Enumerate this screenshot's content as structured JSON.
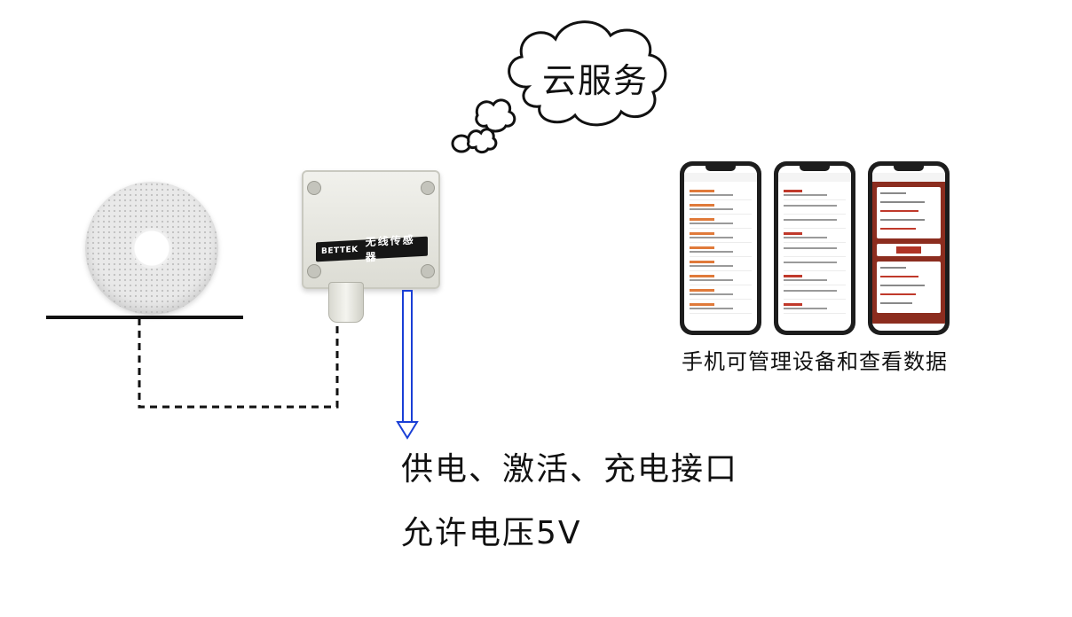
{
  "cloud": {
    "label": "云服务"
  },
  "wireless_box": {
    "brand": "BETTEK",
    "device_name": "无线传感器"
  },
  "power_port": {
    "line1": "供电、激活、充电接口",
    "line2": "允许电压5V"
  },
  "phones": {
    "caption": "手机可管理设备和查看数据"
  },
  "colors": {
    "arrow": "#1a3fd6",
    "text": "#111111",
    "phone_accent": "#8c2d1f"
  }
}
